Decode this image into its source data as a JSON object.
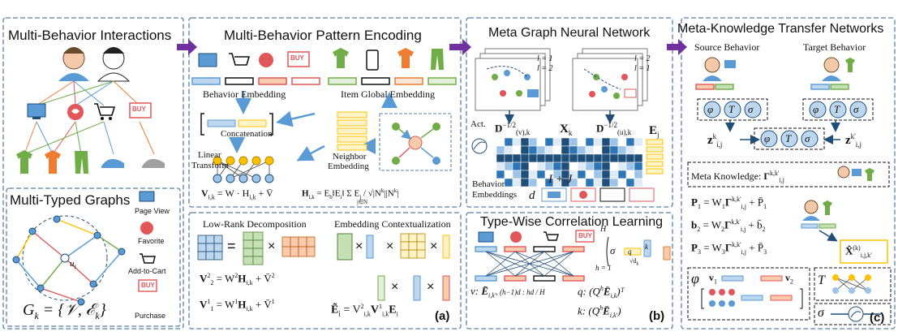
{
  "panels": {
    "interactions_title": "Multi-Behavior Interactions",
    "encoding_title": "Multi-Behavior Pattern Encoding",
    "metagraph_title": "Meta Graph Neural Network",
    "transfer_title": "Meta-Knowledge Transfer Networks",
    "graphs_title": "Multi-Typed Graphs",
    "correlation_title": "Type-Wise Correlation Learning"
  },
  "legend": {
    "page_view": "Page View",
    "favorite": "Favorite",
    "add_to_cart": "Add-to-Cart",
    "purchase": "Purchase"
  },
  "labels": {
    "behavior_embedding": "Behavior Embedding",
    "item_global_embedding": "Item Global Embedding",
    "concatenation": "Concatenation",
    "linear_transform_1": "Linear",
    "linear_transform_2": "Transform",
    "neighbor_embedding_1": "Neighbor",
    "neighbor_embedding_2": "Embedding",
    "low_rank": "Low-Rank Decomposition",
    "embedding_context": "Embedding Contextualization",
    "act": "Act.",
    "behavior_embeddings_1": "Behavior",
    "behavior_embeddings_2": "Embeddings",
    "source_behavior": "Source Behavior",
    "target_behavior": "Target Behavior",
    "meta_knowledge": "Meta Knowledge:",
    "buy": "BUY",
    "ui": "u",
    "ui_sub": "i",
    "l1": "l = 1",
    "l2": "l = 2",
    "I_plus_J": "I + J",
    "d": "d",
    "H": "H",
    "h1": "h = 1",
    "q": "q",
    "k": "k",
    "sqrtdk": "√d",
    "panel_a": "(a)",
    "panel_b": "(b)",
    "panel_c": "(c)"
  },
  "equations": {
    "gk": "G",
    "gk_sub": "k",
    "gk_rest": " = {𝒱, ℰ",
    "gk_rest_sub": "k",
    "gk_end": "}",
    "v_eq": "V",
    "v_sub": "i,k",
    "v_rest": " = W · H",
    "v_rest_sub": "i,k",
    "v_end": " + V̄",
    "h_eq": "H",
    "h_sub": "i,k",
    "h_rest": " = E",
    "h_rest_sub": "b",
    "h_mid": "‖E",
    "h_mid_sub": "i",
    "h_mid2": "‖  Σ  E",
    "h_mid2_sub": "j",
    "h_end": " / √|N",
    "h_end_sup": "k",
    "h_end2": "||N",
    "h_end3": "|",
    "h_sum_sub": "j∈N",
    "v2_lhs": "V",
    "v2_sup": "2",
    "v2_sub": "2",
    "v2_rhs": " = W",
    "v2_rhs_sup": "2",
    "v2_rhs2": "H",
    "v2_rhs2_sub": "i,k",
    "v2_end": " + V̄",
    "v2_end_sup": "2",
    "v1_lhs": "V",
    "v1_sup": "1",
    "v1_sub": "1",
    "v1_rhs": " = W",
    "v1_rhs_sup": "1",
    "v1_rhs2": "H",
    "v1_rhs2_sub": "i,k",
    "v1_end": " + V̄",
    "v1_end_sup": "1",
    "ei_lhs": "Ẽ",
    "ei_sub": "i",
    "ei_rhs": " = V",
    "ei_rhs_sup": "2",
    "ei_rhs_sub": "i,k",
    "ei_rhs2": "V",
    "ei_rhs2_sup": "1",
    "ei_rhs2_sub": "i,k",
    "ei_end": "E",
    "ei_end_sub": "i",
    "D_v": "D",
    "D_v_sup": "−1/2",
    "D_v_sub": "(v),k",
    "X_k": "X",
    "X_k_sub": "k",
    "D_u": "D",
    "D_u_sup": "−1/2",
    "D_u_sub": "(u),k",
    "E_j": "E",
    "E_j_sub": "j",
    "v_lbl": "v:",
    "v_lbl_rest": "Ē",
    "v_lbl_sub": "i,k'",
    "v_frac": ", (h−1)d : hd / H",
    "q_lbl": "q:",
    "q_eq": "(Q",
    "q_eq_sup": "h",
    "q_eq2": "Ē",
    "q_eq2_sub": "i,k",
    "q_eq3": ")ᵀ",
    "k_lbl": "k:",
    "k_eq": "(Q",
    "k_eq_sup": "h",
    "k_eq2": "Ē",
    "k_eq2_sub": "i,k'",
    "k_eq3": ")",
    "z_k": "z",
    "z_k_sup": "k",
    "z_k_sub": "i,j",
    "z_kp": "z",
    "z_kp_sup": "k'",
    "z_kp_sub": "i,j",
    "gamma": "Γ",
    "gamma_sup": "k,k'",
    "gamma_sub": "i,j",
    "p1": "P",
    "p1_sub": "1",
    "p1_rhs": " = W",
    "p1_rhs_sub": "1",
    "p1_gamma": "Γ",
    "p1_gamma_sup": "k,k'",
    "p1_gamma_sub": "i,j",
    "p1_end": " + P̄",
    "p1_end_sub": "1",
    "b2": "b",
    "b2_sub": "2",
    "b2_rhs": " = W",
    "b2_rhs_sub": "2",
    "b2_gamma": "Γ",
    "b2_gamma_sup": "k,k'",
    "b2_gamma_sub": "i,j",
    "b2_end": " + b̄",
    "b2_end_sub": "2",
    "p3": "P",
    "p3_sub": "3",
    "p3_rhs": " = W",
    "p3_rhs_sub": "3",
    "p3_gamma": "Γ",
    "p3_gamma_sup": "k,k'",
    "p3_gamma_sub": "i,j",
    "p3_end": " + P̄",
    "p3_end_sub": "3",
    "xhat": "X̂",
    "xhat_sup": "(k)",
    "xhat_sub": "i,j,k'",
    "phi": "φ",
    "T": "T",
    "sigma": "σ",
    "v1": "v",
    "v2": "v"
  },
  "colors": {
    "blue": "#5b9bd5",
    "green": "#70ad47",
    "red": "#e15759",
    "orange": "#ed7d31",
    "yellow": "#ffc000",
    "purple": "#7030a0",
    "navy": "#1f4e79"
  }
}
